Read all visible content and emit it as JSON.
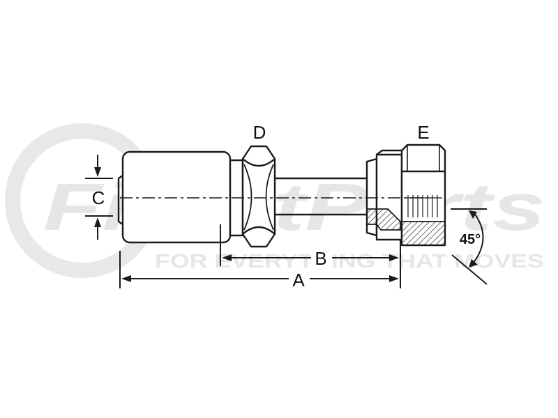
{
  "watermark": {
    "brand": "FindItParts",
    "tagline": "FOR EVERYTHING THAT MOVES",
    "color": "#e6e6e6",
    "accent_color": "#f1d0cc"
  },
  "diagram": {
    "labels": {
      "a": "A",
      "b": "B",
      "c": "C",
      "d": "D",
      "e": "E",
      "angle": "45°"
    },
    "line_color": "#1a1a1a"
  }
}
